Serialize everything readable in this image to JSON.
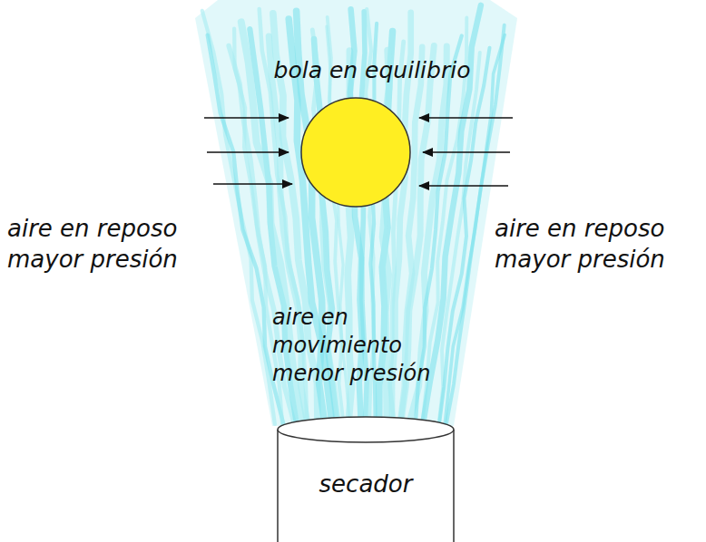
{
  "diagram": {
    "nodes": [
      {
        "text": [
          "secador"
        ]
      }
    ],
    "labels": [
      "bola en equilibrio",
      "aire en reposo mayor presión",
      "aire en reposo mayor presión",
      "aire en movimiento menor presión"
    ]
  }
}
